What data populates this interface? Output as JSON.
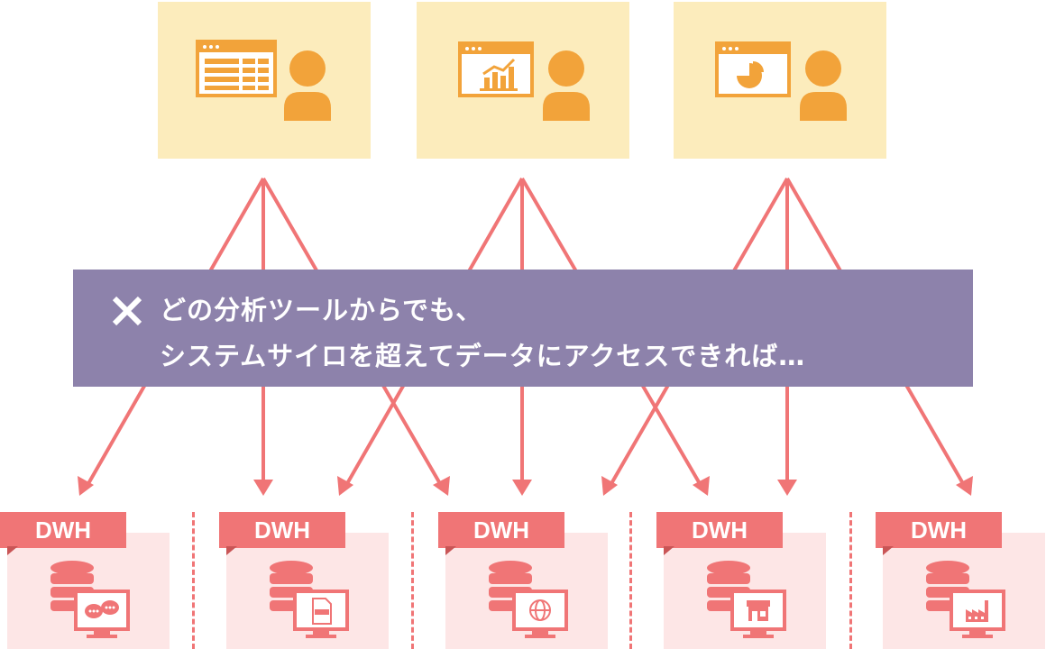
{
  "colors": {
    "tool_box_bg": "#fcecbc",
    "tool_icon": "#f2a33a",
    "arrow": "#f07576",
    "banner_bg": "#8d82ab",
    "banner_text": "#ffffff",
    "dwh_tag_bg": "#f07576",
    "dwh_panel_bg": "#fde6e6"
  },
  "tools": [
    {
      "icon": "table-window-icon"
    },
    {
      "icon": "bar-chart-window-icon"
    },
    {
      "icon": "pie-chart-window-icon"
    }
  ],
  "banner": {
    "mark": "×",
    "line1": "どの分析ツールからでも、",
    "line2": "システムサイロを超えてデータにアクセスできれば…"
  },
  "dwh": [
    {
      "label": "DWH",
      "icon": "chat-bubbles-icon"
    },
    {
      "label": "DWH",
      "icon": "xml-document-icon"
    },
    {
      "label": "DWH",
      "icon": "globe-icon"
    },
    {
      "label": "DWH",
      "icon": "storefront-icon"
    },
    {
      "label": "DWH",
      "icon": "factory-icon"
    }
  ]
}
